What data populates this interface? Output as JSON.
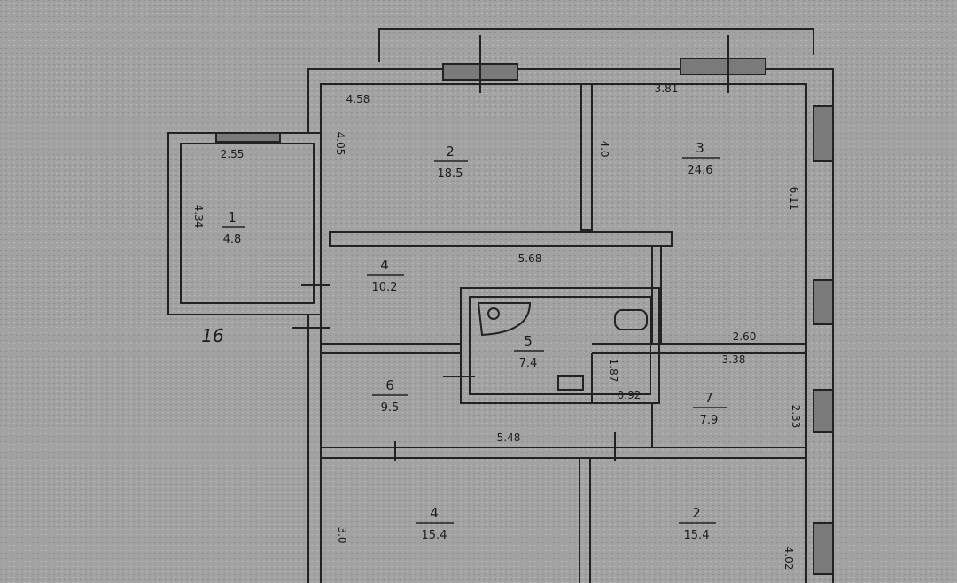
{
  "plan": {
    "sheet_label": "16",
    "rooms": [
      {
        "id": "room-1",
        "number": "1",
        "area": "4.8"
      },
      {
        "id": "room-2",
        "number": "2",
        "area": "18.5"
      },
      {
        "id": "room-3",
        "number": "3",
        "area": "24.6"
      },
      {
        "id": "room-4-hall",
        "number": "4",
        "area": "10.2"
      },
      {
        "id": "room-5-bath",
        "number": "5",
        "area": "7.4"
      },
      {
        "id": "room-6",
        "number": "6",
        "area": "9.5"
      },
      {
        "id": "room-7",
        "number": "7",
        "area": "7.9"
      },
      {
        "id": "room-8-left",
        "number": "4",
        "area": "15.4"
      },
      {
        "id": "room-9-right",
        "number": "2",
        "area": "15.4"
      }
    ],
    "dimensions": {
      "d_458": "4.58",
      "d_381": "3.81",
      "d_255": "2.55",
      "d_434": "4.34",
      "d_405": "4.05",
      "d_40": "4.0",
      "d_611": "6.11",
      "d_568": "5.68",
      "d_260": "2.60",
      "d_338": "3.38",
      "d_187": "1.87",
      "d_092": "0.92",
      "d_233": "2.33",
      "d_548": "5.48",
      "d_30": "3.0",
      "d_402": "4.02"
    }
  }
}
